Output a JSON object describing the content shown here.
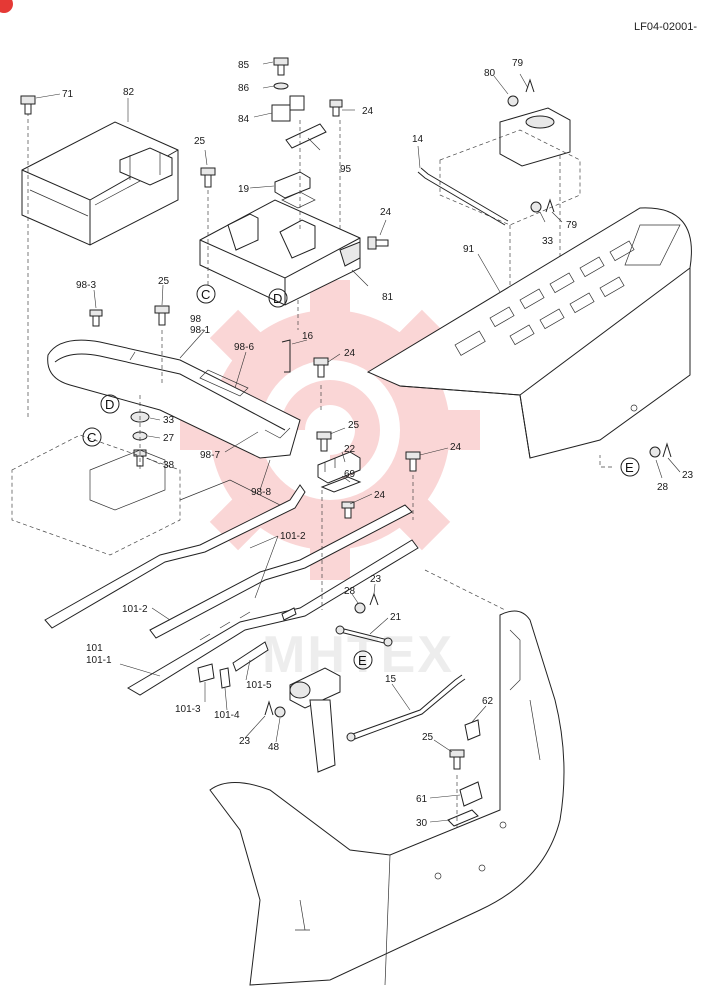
{
  "diagram_code": "LF04-02001-",
  "watermark": {
    "text": "MHTEX",
    "color": "#f08080"
  },
  "part_numbers": {
    "p85": "85",
    "p86": "86",
    "p84": "84",
    "p24a": "24",
    "p95": "95",
    "p19": "19",
    "p25a": "25",
    "p71": "71",
    "p82": "82",
    "p81": "81",
    "p24b": "24",
    "p79a": "79",
    "p80": "80",
    "p14": "14",
    "p33a": "33",
    "p79b": "79",
    "p91": "91",
    "p98_3": "98-3",
    "p25b": "25",
    "p98": "98",
    "p98_1": "98-1",
    "p98_6": "98-6",
    "p16": "16",
    "p24c": "24",
    "p33b": "33",
    "p27": "27",
    "p38": "38",
    "p98_7": "98-7",
    "p98_8": "98-8",
    "p25c": "25",
    "p22": "22",
    "p69": "69",
    "p24d": "24",
    "p24e": "24",
    "p28a": "28",
    "p23a": "23",
    "p101_2a": "101-2",
    "p101_2b": "101-2",
    "p23b": "23",
    "p28b": "28",
    "p21": "21",
    "p101": "101",
    "p101_1": "101-1",
    "p101_5": "101-5",
    "p101_3": "101-3",
    "p101_4": "101-4",
    "p23c": "23",
    "p48": "48",
    "p15": "15",
    "p62": "62",
    "p25d": "25",
    "p61": "61",
    "p30": "30"
  },
  "reference_marks": {
    "c_top": "C",
    "d_top": "D",
    "d_left": "D",
    "c_left": "C",
    "e_right": "E",
    "e_mid": "E"
  }
}
